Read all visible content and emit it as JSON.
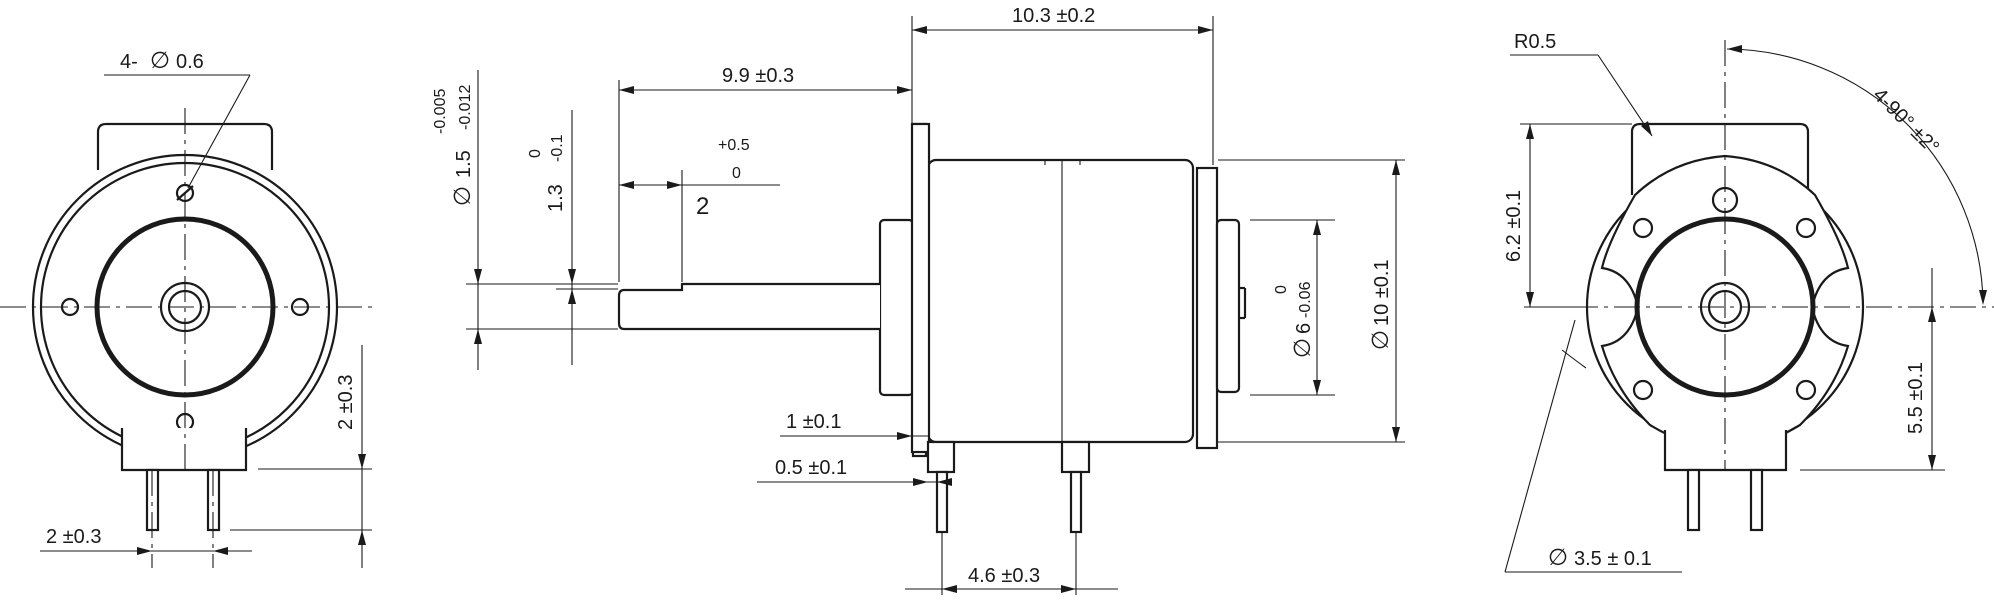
{
  "colors": {
    "line": "#1a1a1a",
    "background": "#ffffff"
  },
  "left_view": {
    "hole_callout": {
      "count": "4-",
      "symbol": "∅",
      "value": "0.6"
    },
    "height_dim": "2 ±0.3",
    "pin_spacing_dim": "2 ±0.3"
  },
  "side_view": {
    "body_length": "10.3 ±0.2",
    "shaft_length": "9.9 ±0.3",
    "shaft_dia": {
      "symbol": "∅",
      "nominal": "1.5",
      "tol_upper": "-0.005",
      "tol_lower": "-0.012"
    },
    "flat": {
      "nominal": "1.3",
      "tol_upper": "0",
      "tol_lower": "-0.1"
    },
    "flat_length": {
      "nominal": "2",
      "tol_upper": "+0.5",
      "tol_lower": "0"
    },
    "boss_dia": {
      "symbol": "∅",
      "nominal": "6",
      "tol_upper": "0",
      "tol_lower": "-0.06"
    },
    "body_dia": {
      "symbol": "∅",
      "value": "10 ±0.1"
    },
    "flange_thickness": "1 ±0.1",
    "pin_offset": "0.5 ±0.1",
    "pin_pitch": "4.6 ±0.3"
  },
  "right_view": {
    "radius": "R0.5",
    "angle": "4-90° ±2°",
    "top_height": "6.2 ±0.1",
    "bottom_height": "5.5 ±0.1",
    "hole_dia": {
      "symbol": "∅",
      "value": "3.5 ± 0.1"
    }
  }
}
